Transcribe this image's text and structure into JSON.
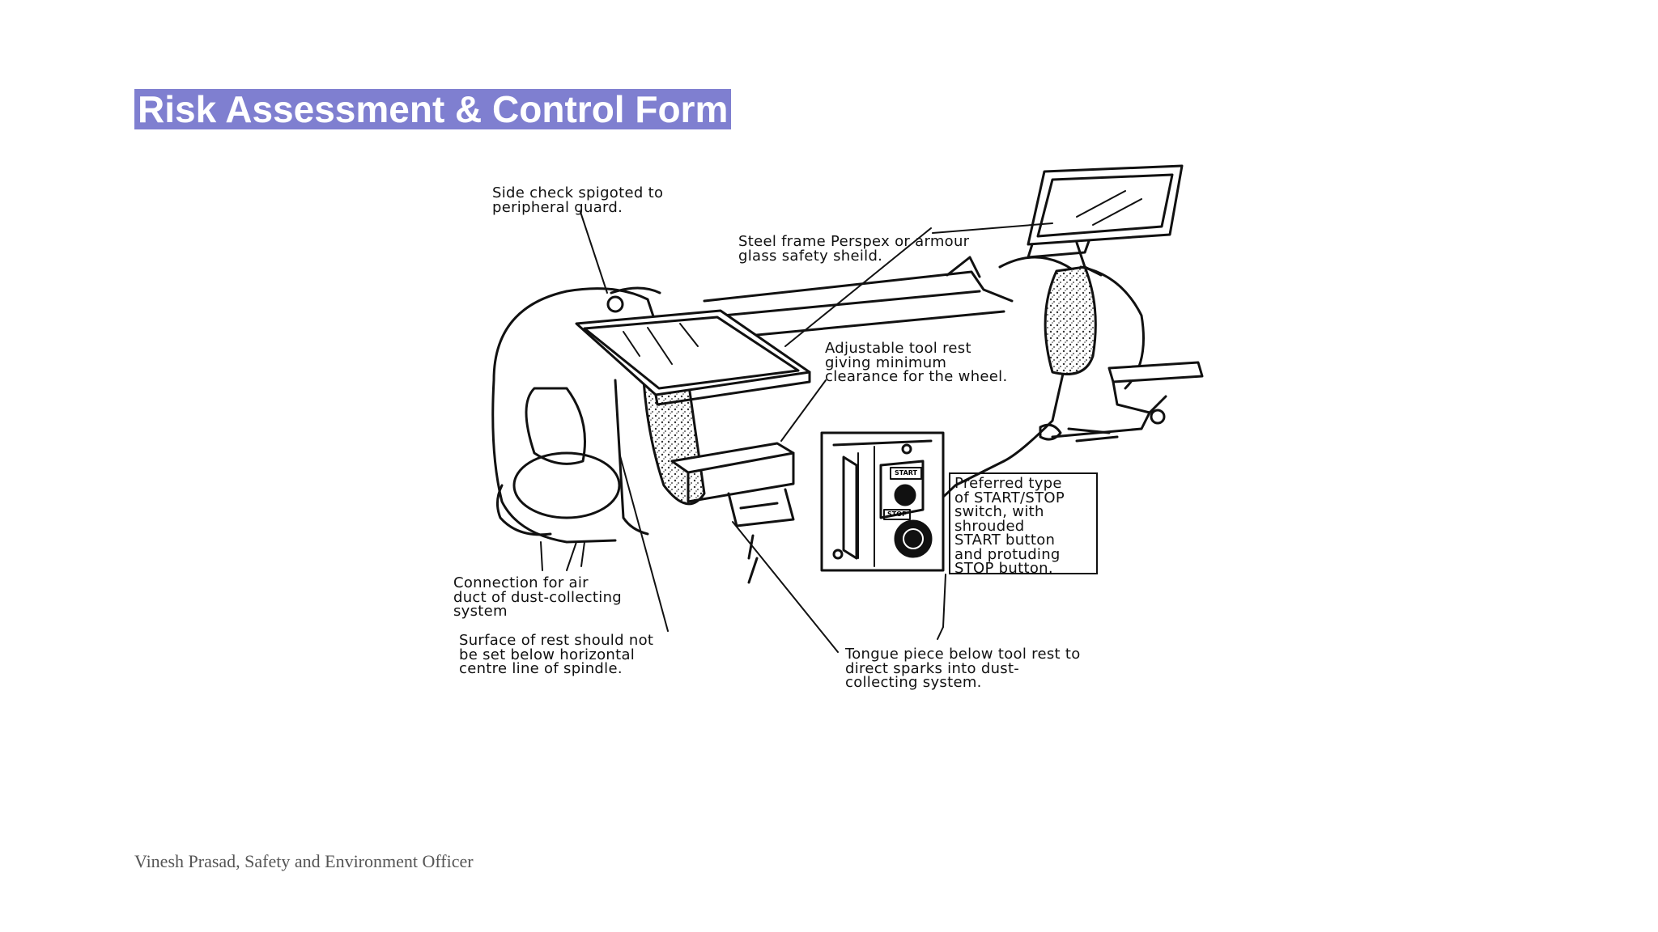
{
  "slide": {
    "title": "Risk Assessment & Control Form",
    "footer": "Vinesh Prasad, Safety and Environment Officer"
  },
  "diagram": {
    "subject": "bench-grinder-safety-features",
    "callouts": {
      "side_check": "Side check spigoted to\nperipheral guard.",
      "safety_shield": "Steel frame Perspex or armour\nglass safety sheild.",
      "tool_rest": "Adjustable tool rest\ngiving minimum\nclearance for the wheel.",
      "switch": "Preferred type\nof START/STOP\nswitch, with\nshrouded\nSTART button\nand protuding\nSTOP button.",
      "air_duct": "Connection for air\nduct of dust-collecting\nsystem",
      "rest_surface": "Surface of rest should not\nbe set below horizontal\ncentre line of spindle.",
      "tongue_piece": "Tongue piece below tool rest to\ndirect sparks into dust-\ncollecting system."
    },
    "switch_labels": {
      "start": "START",
      "stop": "STOP"
    }
  }
}
